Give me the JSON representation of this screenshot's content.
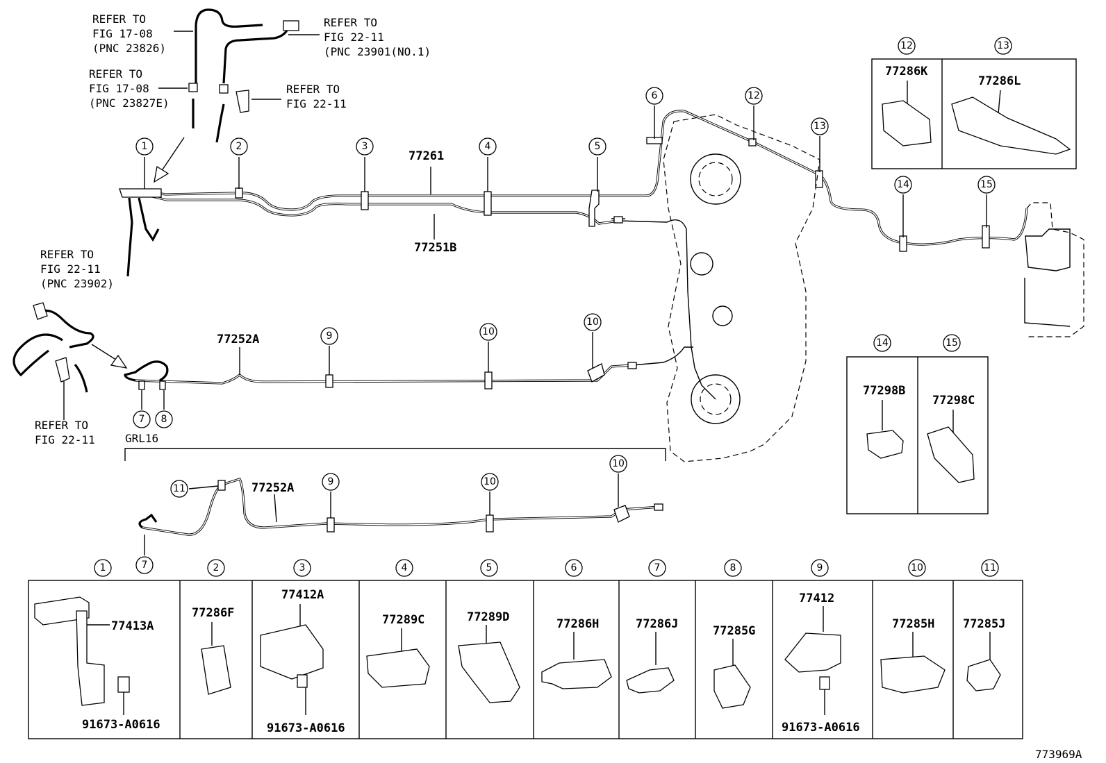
{
  "refs": {
    "r1": [
      "REFER TO",
      "FIG 17-08",
      "(PNC 23826)"
    ],
    "r2": [
      "REFER TO",
      "FIG 22-11",
      "(PNC 23901(NO.1)"
    ],
    "r3": [
      "REFER TO",
      "FIG 17-08",
      "(PNC 23827E)"
    ],
    "r4": [
      "REFER TO",
      "FIG 22-11"
    ],
    "r5": [
      "REFER TO",
      "FIG 22-11",
      "(PNC 23902)"
    ],
    "r6": [
      "REFER TO",
      "FIG 22-11"
    ]
  },
  "parts": {
    "p77261": "77261",
    "p77251B": "77251B",
    "p77252A": "77252A",
    "p77252A_2": "77252A",
    "variant": "GRL16"
  },
  "callouts": [
    "1",
    "2",
    "3",
    "4",
    "5",
    "6",
    "7",
    "8",
    "9",
    "10",
    "11",
    "12",
    "13",
    "14",
    "15"
  ],
  "boxes": {
    "b12": "77286K",
    "b13": "77286L",
    "b14": "77298B",
    "b15": "77298C"
  },
  "bottom": [
    {
      "n": "1",
      "part": "77413A",
      "bolt": "91673-A0616"
    },
    {
      "n": "2",
      "part": "77286F"
    },
    {
      "n": "3",
      "part": "77412A",
      "bolt": "91673-A0616"
    },
    {
      "n": "4",
      "part": "77289C"
    },
    {
      "n": "5",
      "part": "77289D"
    },
    {
      "n": "6",
      "part": "77286H"
    },
    {
      "n": "7",
      "part": "77286J"
    },
    {
      "n": "8",
      "part": "77285G"
    },
    {
      "n": "9",
      "part": "77412",
      "bolt": "91673-A0616"
    },
    {
      "n": "10",
      "part": "77285H"
    },
    {
      "n": "11",
      "part": "77285J"
    }
  ],
  "figure_id": "773969A"
}
